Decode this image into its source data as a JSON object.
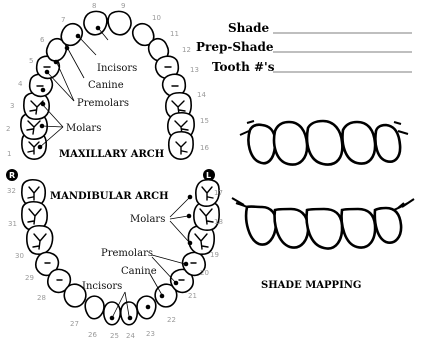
{
  "form": {
    "shade_label": "Shade",
    "prep_shade_label": "Prep-Shade",
    "tooth_numbers_label": "Tooth #'s",
    "shade_mapping_caption": "SHADE MAPPING"
  },
  "upper": {
    "caption": "MAXILLARY ARCH",
    "labels": {
      "incisors": "Incisors",
      "canine": "Canine",
      "premolars": "Premolars",
      "molars": "Molars"
    },
    "tooth_numbers": [
      "1",
      "2",
      "3",
      "4",
      "5",
      "6",
      "7",
      "8",
      "9",
      "10",
      "11",
      "12",
      "13",
      "14",
      "15",
      "16"
    ]
  },
  "lower": {
    "caption": "MANDIBULAR ARCH",
    "labels": {
      "incisors": "Incisors",
      "canine": "Canine",
      "premolars": "Premolars",
      "molars": "Molars"
    },
    "tooth_numbers": [
      "17",
      "18",
      "19",
      "20",
      "21",
      "22",
      "23",
      "24",
      "25",
      "26",
      "27",
      "28",
      "29",
      "30",
      "31",
      "32"
    ]
  },
  "side_markers": {
    "right": "R",
    "left": "L"
  },
  "icons": {
    "upper_teeth_diagram": "upper-teeth-outline-icon",
    "lower_teeth_diagram": "lower-teeth-outline-icon"
  }
}
